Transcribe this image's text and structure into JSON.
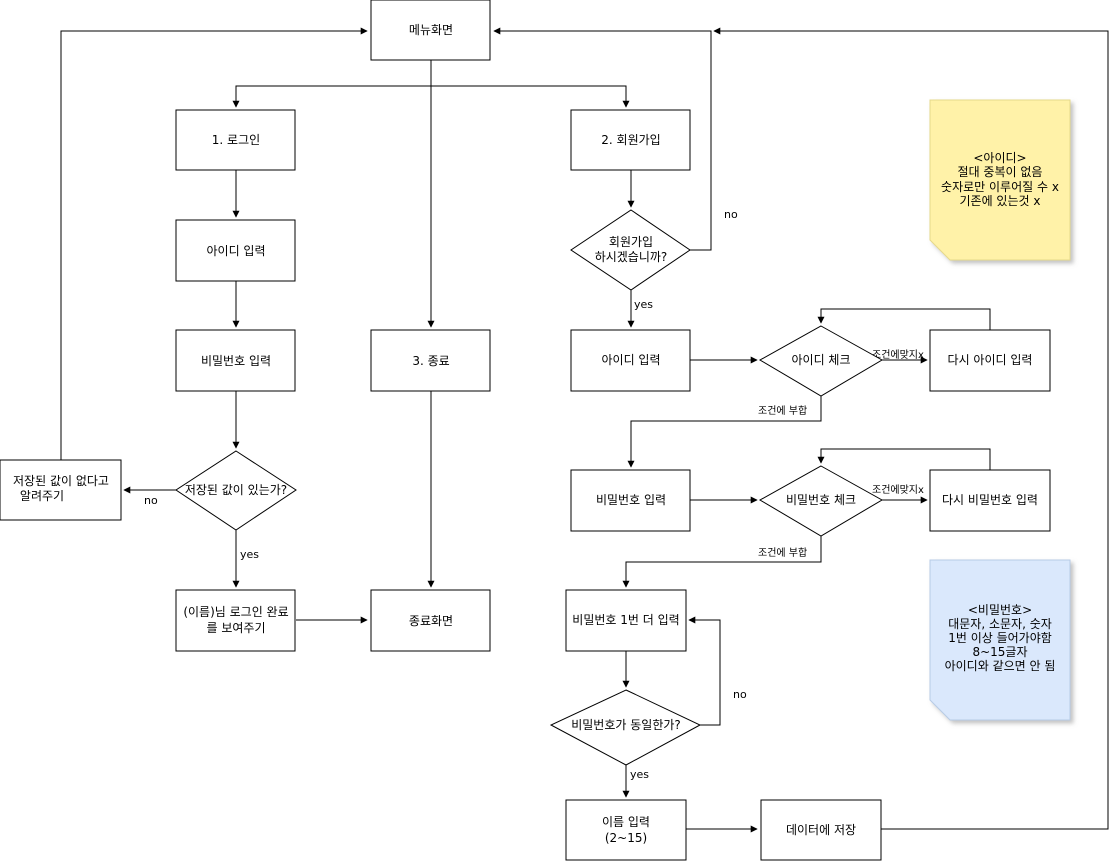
{
  "nodes": {
    "menu": "메뉴화면",
    "login": "1. 로그인",
    "signup": "2. 회원가입",
    "login_id": "아이디 입력",
    "login_pw": "비밀번호 입력",
    "exit": "3. 종료",
    "stored_check": "저장된 값이 있는가?",
    "no_value_line1": "저장된 값이 없다고",
    "no_value_line2": "알려주기",
    "done_line1": "(이름)님 로그인 완료",
    "done_line2": "를 보여주기",
    "exit_screen": "종료화면",
    "signup_confirm_line1": "회원가입",
    "signup_confirm_line2": "하시겠습니까?",
    "signup_id": "아이디 입력",
    "id_check": "아이디 체크",
    "retry_id": "다시 아이디 입력",
    "signup_pw": "비밀번호 입력",
    "pw_check": "비밀번호 체크",
    "retry_pw": "다시 비밀번호 입력",
    "pw_confirm": "비밀번호 1번 더 입력",
    "pw_same": "비밀번호가 동일한가?",
    "name_line1": "이름 입력",
    "name_line2": "(2~15)",
    "save": "데이터에 저장"
  },
  "edge_labels": {
    "no": "no",
    "yes": "yes",
    "condition_ok": "조건에 부합",
    "condition_fail": "조건에맞지x"
  },
  "notes": {
    "id_rules": [
      "<아이디>",
      "절대 중복이 없음",
      "숫자로만 이루어질 수 x",
      "기존에 있는것 x"
    ],
    "pw_rules": [
      "<비밀번호>",
      "대문자, 소문자, 숫자",
      "1번 이상 들어가야함",
      "8~15글자",
      "아이디와 같으면 안 됨"
    ]
  },
  "colors": {
    "stroke": "#000000",
    "fill": "#ffffff",
    "note_yellow": "#fff2a8",
    "note_blue": "#dae8fc"
  }
}
